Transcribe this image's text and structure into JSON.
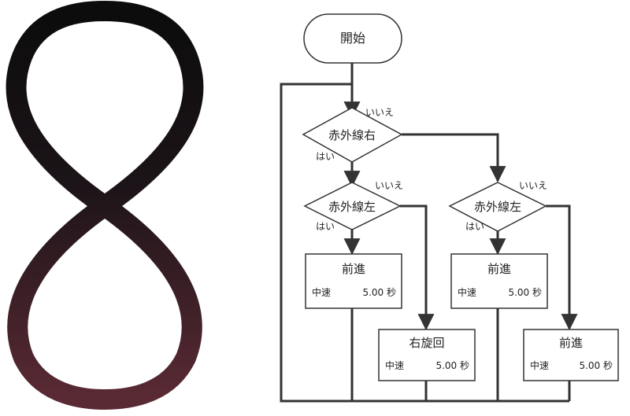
{
  "flowchart": {
    "start": "開始",
    "yes_label": "はい",
    "no_label": "いいえ",
    "decisions": {
      "ir_right": "赤外線右",
      "ir_left_a": "赤外線左",
      "ir_left_b": "赤外線左"
    },
    "actions": {
      "forward_a": {
        "title": "前進",
        "speed": "中速",
        "duration": "5.00 秒"
      },
      "turn_right": {
        "title": "右旋回",
        "speed": "中速",
        "duration": "5.00 秒"
      },
      "forward_b": {
        "title": "前進",
        "speed": "中速",
        "duration": "5.00 秒"
      },
      "forward_c": {
        "title": "前進",
        "speed": "中速",
        "duration": "5.00 秒"
      }
    }
  },
  "colors": {
    "line": "#333333",
    "track_top": "#0c0c0c",
    "track_bottom": "#5a2a34"
  }
}
